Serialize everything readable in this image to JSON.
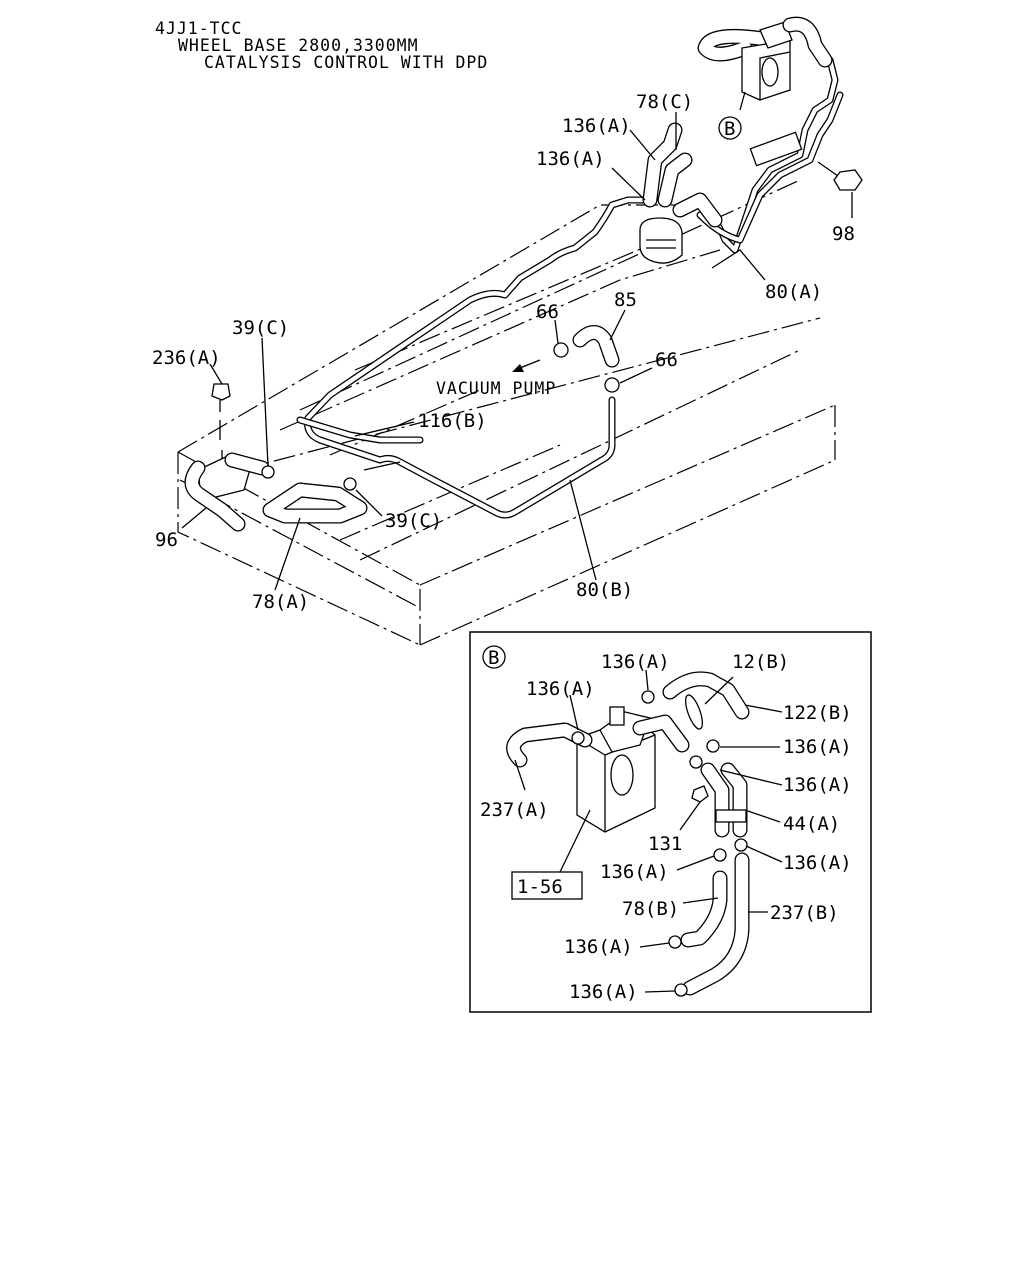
{
  "header": {
    "line1": "4JJ1-TCC",
    "line2": "WHEEL BASE 2800,3300MM",
    "line3": "CATALYSIS CONTROL WITH DPD"
  },
  "main_labels": {
    "c78": "78(C)",
    "c136a_top": "136(A)",
    "c136a_mid": "136(A)",
    "b_circle": "B",
    "c98": "98",
    "c80a": "80(A)",
    "c66_left": "66",
    "c85": "85",
    "c66_right": "66",
    "c39c_top": "39(C)",
    "c236a": "236(A)",
    "vacuum_pump": "VACUUM PUMP",
    "c116b": "116(B)",
    "c39c_bottom": "39(C)",
    "c96": "96",
    "c78a": "78(A)",
    "c80b": "80(B)"
  },
  "detail_labels": {
    "b_circle": "B",
    "c136a_1": "136(A)",
    "c12b": "12(B)",
    "c136a_2": "136(A)",
    "c122b": "122(B)",
    "c136a_3": "136(A)",
    "c136a_4": "136(A)",
    "c237a": "237(A)",
    "c44a": "44(A)",
    "c131": "131",
    "c136a_5": "136(A)",
    "c136a_6": "136(A)",
    "c156": "1-56",
    "c78b": "78(B)",
    "c237b": "237(B)",
    "c136a_7": "136(A)",
    "c136a_8": "136(A)"
  }
}
